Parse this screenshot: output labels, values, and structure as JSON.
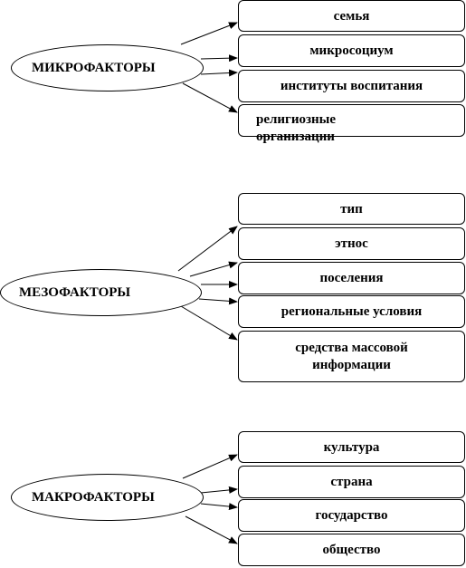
{
  "groups": [
    {
      "title": "МИКРОФАКТОРЫ",
      "items": [
        "семья",
        "микросоциум",
        "институты воспитания",
        "религиозные организации"
      ]
    },
    {
      "title": "МЕЗОФАКТОРЫ",
      "items": [
        "тип",
        "этнос",
        "поселения",
        "региональные условия",
        "средства массовой информации"
      ]
    },
    {
      "title": "МАКРОФАКТОРЫ",
      "items": [
        "культура",
        "страна",
        "государство",
        "общество"
      ]
    }
  ]
}
